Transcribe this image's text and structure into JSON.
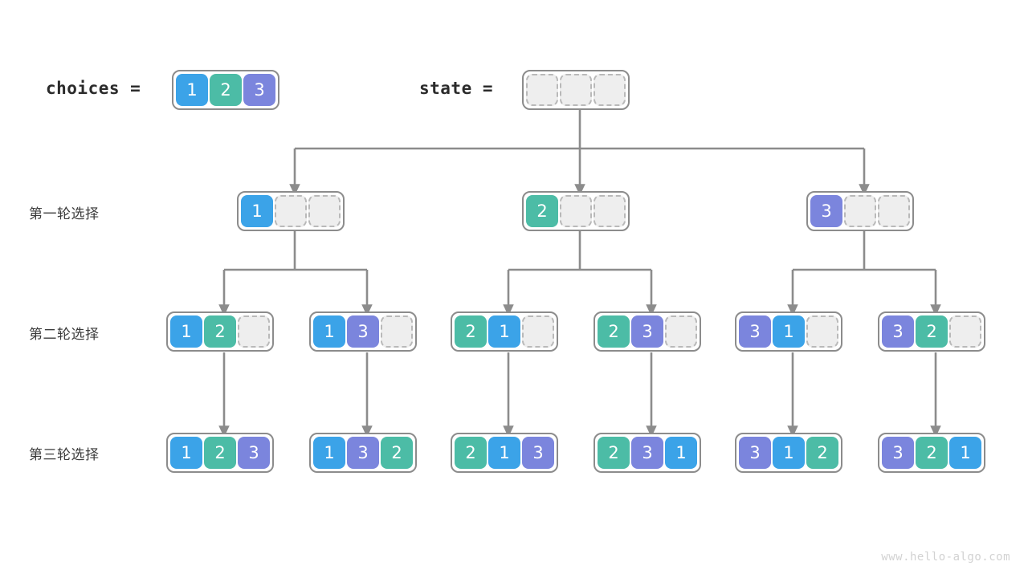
{
  "diagram": {
    "title": "permutation-backtracking-tree",
    "watermark": "www.hello-algo.com",
    "colors": {
      "one": "#3ba3e8",
      "two": "#4cbca6",
      "three": "#7b85dd",
      "empty_fill": "#eeeeee",
      "empty_border": "#b9b9b9",
      "node_border": "#8c8c8c",
      "edge": "#8c8c8c",
      "label_text": "#3c3c3c",
      "watermark_text": "#d2d2d2"
    },
    "variables": [
      {
        "name": "choices-label",
        "text": "choices =",
        "values": [
          "1",
          "2",
          "3"
        ]
      },
      {
        "name": "state-label",
        "text": "state =",
        "values": [
          "",
          "",
          ""
        ]
      }
    ],
    "row_labels": [
      "第一轮选择",
      "第二轮选择",
      "第三轮选择"
    ],
    "rows": [
      {
        "label": "第一轮选择",
        "nodes": [
          {
            "values": [
              "1",
              "",
              ""
            ]
          },
          {
            "values": [
              "2",
              "",
              ""
            ]
          },
          {
            "values": [
              "3",
              "",
              ""
            ]
          }
        ]
      },
      {
        "label": "第二轮选择",
        "nodes": [
          {
            "values": [
              "1",
              "2",
              ""
            ]
          },
          {
            "values": [
              "1",
              "3",
              ""
            ]
          },
          {
            "values": [
              "2",
              "1",
              ""
            ]
          },
          {
            "values": [
              "2",
              "3",
              ""
            ]
          },
          {
            "values": [
              "3",
              "1",
              ""
            ]
          },
          {
            "values": [
              "3",
              "2",
              ""
            ]
          }
        ]
      },
      {
        "label": "第三轮选择",
        "nodes": [
          {
            "values": [
              "1",
              "2",
              "3"
            ]
          },
          {
            "values": [
              "1",
              "3",
              "2"
            ]
          },
          {
            "values": [
              "2",
              "1",
              "3"
            ]
          },
          {
            "values": [
              "2",
              "3",
              "1"
            ]
          },
          {
            "values": [
              "3",
              "1",
              "2"
            ]
          },
          {
            "values": [
              "3",
              "2",
              "1"
            ]
          }
        ]
      }
    ]
  }
}
